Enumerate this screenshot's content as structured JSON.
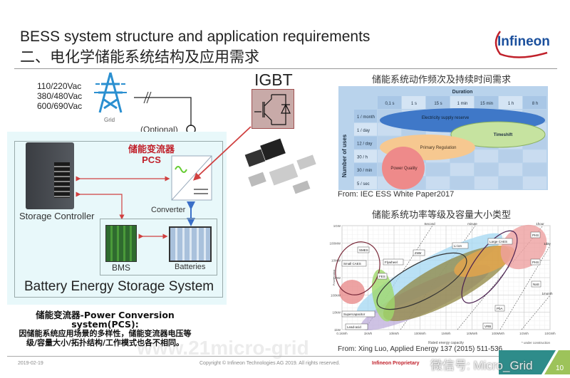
{
  "header": {
    "title_en": "BESS system structure and application requirements",
    "title_cn": "二、电化学储能系统结构及应用需求",
    "logo": "Infineon",
    "brand_color": "#c0202a"
  },
  "diagram": {
    "voltages": [
      "110/220Vac",
      "380/480Vac",
      "600/690Vac"
    ],
    "grid_label": "Grid",
    "optional_label": "(Optional)",
    "pcs_cn": "储能变流器",
    "pcs_en": "PCS",
    "converter_label": "Converter",
    "controller_label": "Storage Controller",
    "bms_label": "BMS",
    "batteries_label": "Batteries",
    "bess_label": "Battery Energy Storage System",
    "igbt_label": "IGBT",
    "watermark": "www.21micro-grid"
  },
  "note": {
    "heading": "储能变流器-Power Conversion system(PCS):",
    "body": "因储能系统应用场景的多样性，储能变流器电压等级/容量大小/拓扑结构/工作模式也各不相同。"
  },
  "chart_top": {
    "title": "储能系统动作频次及持续时间需求",
    "col_header": "Duration",
    "durations": [
      "0,1 s",
      "1 s",
      "15 s",
      "1 min",
      "15 min",
      "1 h",
      "8 h"
    ],
    "row_header": "Number of uses",
    "frequencies": [
      "1 / month",
      "1 / day",
      "12 / day",
      "30 / h",
      "30 / min",
      "5 / sec"
    ],
    "regions": [
      {
        "label": "Electricity supply reserve",
        "color": "#3f78c8"
      },
      {
        "label": "Timeshift",
        "color": "#c6e3a0"
      },
      {
        "label": "Primary Regulation",
        "color": "#f6c890"
      },
      {
        "label": "Power Quality",
        "color": "#ee8a8a"
      }
    ],
    "source": "From: IEC ESS White Paper2017"
  },
  "chart_bottom": {
    "title": "储能系统功率等级及容量大小类型",
    "y_ticks": [
      "1GW",
      "100MW",
      "10MW",
      "1MW",
      "100kW",
      "10kW",
      "1kW"
    ],
    "x_ticks": [
      "0.1kWh",
      "1kWh",
      "10kWh",
      "100kWh",
      "1MWh",
      "10MWh",
      "100MWh",
      "1GWh",
      "10GWh"
    ],
    "xlabel": "Rated energy capacity",
    "ylabel": "Power rating",
    "time_lines": [
      "Second",
      "minute",
      "1hour",
      "1day",
      "1month"
    ],
    "technologies": [
      "SMES",
      "Small CAES",
      "Flywheel",
      "ZnBr",
      "Li-ion",
      "Large CAES",
      "PHS",
      "Supercapacitor",
      "Lead-acid",
      "FES",
      "NaS",
      "VRB",
      "PbA",
      "PHS"
    ],
    "footnote": "* under construction",
    "source": "From: Xing Luo, Applied Energy 137 (2015) 511-536"
  },
  "footer": {
    "date": "2019-02-19",
    "copyright": "Copyright © Infineon Technologies AG 2019. All rights reserved.",
    "proprietary": "Infineon Proprietary",
    "page": "10",
    "wechat": "微信号: Micro_Grid"
  }
}
